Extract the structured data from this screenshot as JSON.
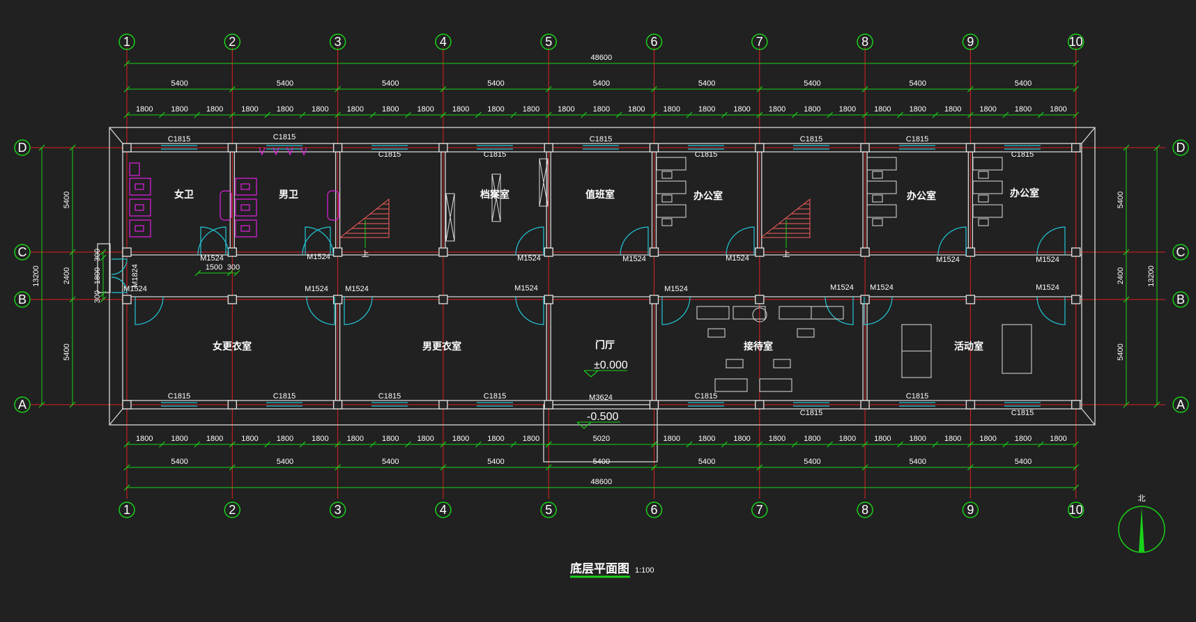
{
  "drawing": {
    "title": "底层平面图",
    "scale": "1:100",
    "north_label": "北",
    "colors": {
      "background": "#212121",
      "dimension": "#19d219",
      "grid": "#e02020",
      "window": "#22c8d8",
      "fixture": "#e020e0",
      "wall": "#d8d8d8"
    }
  },
  "axes_x": [
    "1",
    "2",
    "3",
    "4",
    "5",
    "6",
    "7",
    "8",
    "9",
    "10"
  ],
  "axes_y": [
    "D",
    "C",
    "B",
    "A"
  ],
  "dims": {
    "overall_x": "48600",
    "bay_x": [
      "5400",
      "5400",
      "5400",
      "5400",
      "5400",
      "5400",
      "5400",
      "5400",
      "5400"
    ],
    "sub_x": "1800",
    "entrance_width": "5020",
    "overall_y": "13200",
    "y_segments": [
      "5400",
      "2400",
      "5400"
    ],
    "corridor_left": [
      "300",
      "1800",
      "300"
    ],
    "toilet_gap": "1500",
    "toilet_gap_side": "300"
  },
  "rooms": [
    {
      "name": "女卫"
    },
    {
      "name": "男卫"
    },
    {
      "name": "档案室"
    },
    {
      "name": "值班室"
    },
    {
      "name": "办公室"
    },
    {
      "name": "办公室"
    },
    {
      "name": "办公室"
    },
    {
      "name": "女更衣室"
    },
    {
      "name": "男更衣室"
    },
    {
      "name": "门厅"
    },
    {
      "name": "接待室"
    },
    {
      "name": "活动室"
    }
  ],
  "codes": {
    "window": "C1815",
    "door": "M1524",
    "side_door": "M1824",
    "main_door": "M3624",
    "stair_up": "上"
  },
  "elevations": {
    "hall": "±0.000",
    "outside": "-0.500"
  }
}
